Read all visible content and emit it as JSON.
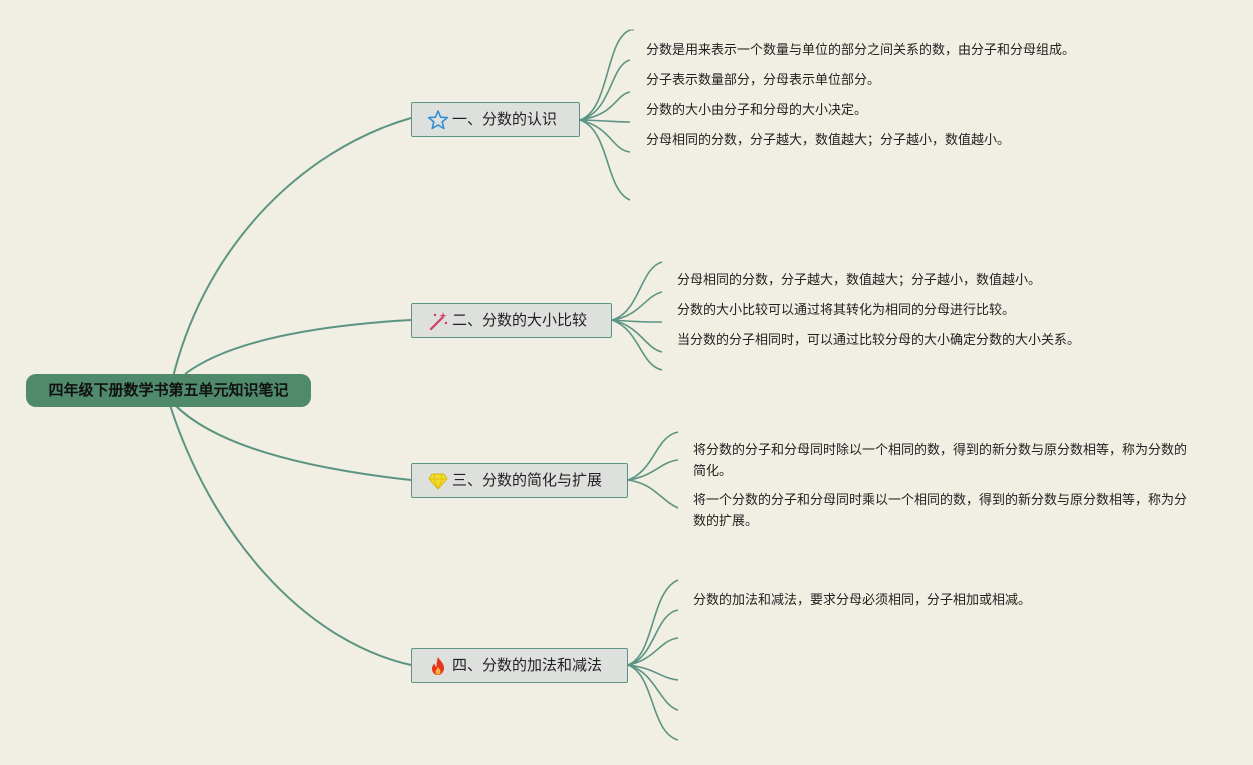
{
  "root": {
    "label": "四年级下册数学书第五单元知识笔记"
  },
  "branches": [
    {
      "label": "一、分数的认识",
      "icon": "star-icon",
      "items": [
        "分数是用来表示一个数量与单位的部分之间关系的数，由分子和分母组成。",
        "分子表示数量部分，分母表示单位部分。",
        "分数的大小由分子和分母的大小决定。",
        "分母相同的分数，分子越大，数值越大；分子越小，数值越小。"
      ]
    },
    {
      "label": "二、分数的大小比较",
      "icon": "magic-wand-icon",
      "items": [
        "分母相同的分数，分子越大，数值越大；分子越小，数值越小。",
        "分数的大小比较可以通过将其转化为相同的分母进行比较。",
        "当分数的分子相同时，可以通过比较分母的大小确定分数的大小关系。"
      ]
    },
    {
      "label": "三、分数的简化与扩展",
      "icon": "gem-icon",
      "items": [
        "将分数的分子和分母同时除以一个相同的数，得到的新分数与原分数相等，称为分数的简化。",
        "将一个分数的分子和分母同时乘以一个相同的数，得到的新分数与原分数相等，称为分数的扩展。"
      ]
    },
    {
      "label": "四、分数的加法和减法",
      "icon": "fire-icon",
      "items": [
        "分数的加法和减法，要求分母必须相同，分子相加或相减。"
      ]
    }
  ],
  "colors": {
    "background": "#f1eee3",
    "root": "#4f8a6c",
    "line": "#5b9483",
    "topic": "#dde0dc"
  }
}
